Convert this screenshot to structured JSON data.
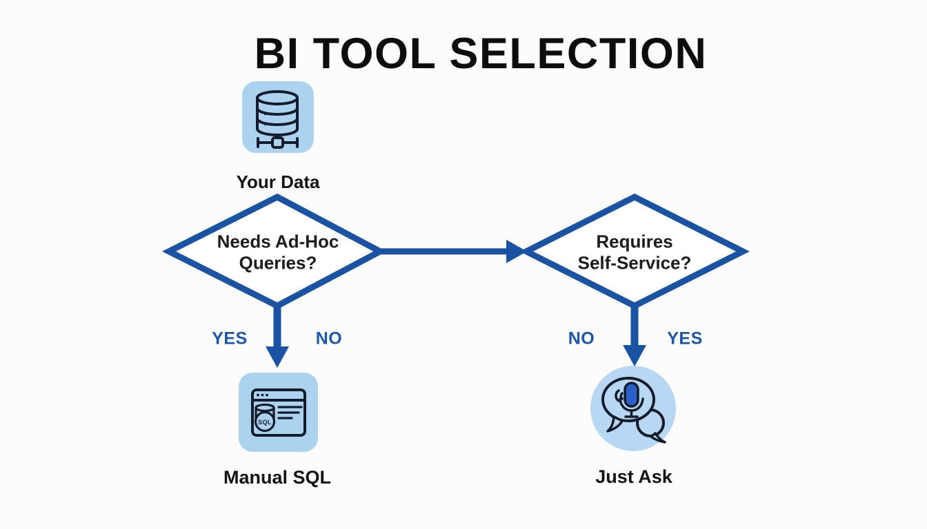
{
  "title": "BI TOOL SELECTION",
  "source": {
    "label": "Your Data",
    "icon": "database-icon"
  },
  "decisions": [
    {
      "label": "Needs Ad-Hoc\nQueries?",
      "left_branch": "YES",
      "right_branch": "NO"
    },
    {
      "label": "Requires\nSelf-Service?",
      "left_branch": "NO",
      "right_branch": "YES"
    }
  ],
  "outcomes": [
    {
      "label": "Manual SQL",
      "icon": "sql-browser-icon",
      "badge": "SQL"
    },
    {
      "label": "Just Ask",
      "icon": "voice-chat-icon"
    }
  ],
  "colors": {
    "flow_blue": "#1a52a4",
    "branch_label_blue": "#1c56a8",
    "icon_square_bg": "#abd3f0",
    "icon_circle_bg": "#b7d7f3",
    "icon_line": "#141c2b",
    "mic_blue": "#2a5fc7",
    "title_black": "#0d0d0d",
    "background": "#fcfcfc"
  }
}
